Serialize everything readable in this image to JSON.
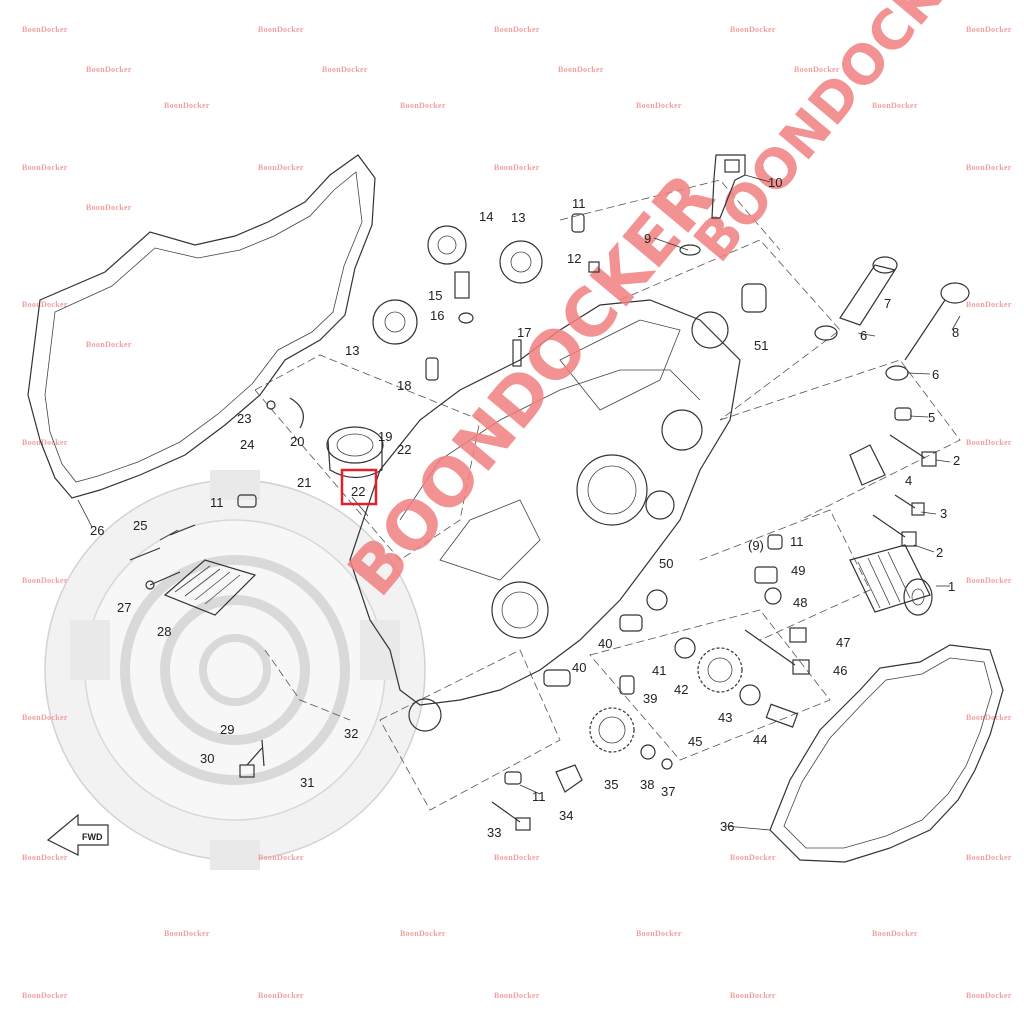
{
  "watermark": {
    "brand": "BoonDocker",
    "big_text": "BOONDOCKER"
  },
  "highlight_label": "22",
  "arrow_label": "FWD",
  "callouts": [
    {
      "id": "1",
      "text": "1"
    },
    {
      "id": "2a",
      "text": "2"
    },
    {
      "id": "2b",
      "text": "2"
    },
    {
      "id": "3",
      "text": "3"
    },
    {
      "id": "4",
      "text": "4"
    },
    {
      "id": "5",
      "text": "5"
    },
    {
      "id": "6a",
      "text": "6"
    },
    {
      "id": "6b",
      "text": "6"
    },
    {
      "id": "7",
      "text": "7"
    },
    {
      "id": "8",
      "text": "8"
    },
    {
      "id": "9a",
      "text": "9"
    },
    {
      "id": "9b",
      "text": "(9)"
    },
    {
      "id": "10",
      "text": "10"
    },
    {
      "id": "11a",
      "text": "11"
    },
    {
      "id": "11b",
      "text": "11"
    },
    {
      "id": "11c",
      "text": "11"
    },
    {
      "id": "11d",
      "text": "11"
    },
    {
      "id": "12",
      "text": "12"
    },
    {
      "id": "13a",
      "text": "13"
    },
    {
      "id": "13b",
      "text": "13"
    },
    {
      "id": "14",
      "text": "14"
    },
    {
      "id": "15",
      "text": "15"
    },
    {
      "id": "16",
      "text": "16"
    },
    {
      "id": "17",
      "text": "17"
    },
    {
      "id": "18",
      "text": "18"
    },
    {
      "id": "19",
      "text": "19"
    },
    {
      "id": "20",
      "text": "20"
    },
    {
      "id": "21",
      "text": "21"
    },
    {
      "id": "22a",
      "text": "22"
    },
    {
      "id": "23",
      "text": "23"
    },
    {
      "id": "24",
      "text": "24"
    },
    {
      "id": "25",
      "text": "25"
    },
    {
      "id": "26",
      "text": "26"
    },
    {
      "id": "27",
      "text": "27"
    },
    {
      "id": "28",
      "text": "28"
    },
    {
      "id": "29",
      "text": "29"
    },
    {
      "id": "30",
      "text": "30"
    },
    {
      "id": "31",
      "text": "31"
    },
    {
      "id": "32",
      "text": "32"
    },
    {
      "id": "33",
      "text": "33"
    },
    {
      "id": "34",
      "text": "34"
    },
    {
      "id": "35",
      "text": "35"
    },
    {
      "id": "36",
      "text": "36"
    },
    {
      "id": "37",
      "text": "37"
    },
    {
      "id": "38",
      "text": "38"
    },
    {
      "id": "39",
      "text": "39"
    },
    {
      "id": "40a",
      "text": "40"
    },
    {
      "id": "40b",
      "text": "40"
    },
    {
      "id": "41",
      "text": "41"
    },
    {
      "id": "42",
      "text": "42"
    },
    {
      "id": "43",
      "text": "43"
    },
    {
      "id": "44",
      "text": "44"
    },
    {
      "id": "45",
      "text": "45"
    },
    {
      "id": "46",
      "text": "46"
    },
    {
      "id": "47",
      "text": "47"
    },
    {
      "id": "48",
      "text": "48"
    },
    {
      "id": "49",
      "text": "49"
    },
    {
      "id": "50",
      "text": "50"
    },
    {
      "id": "51",
      "text": "51"
    }
  ]
}
